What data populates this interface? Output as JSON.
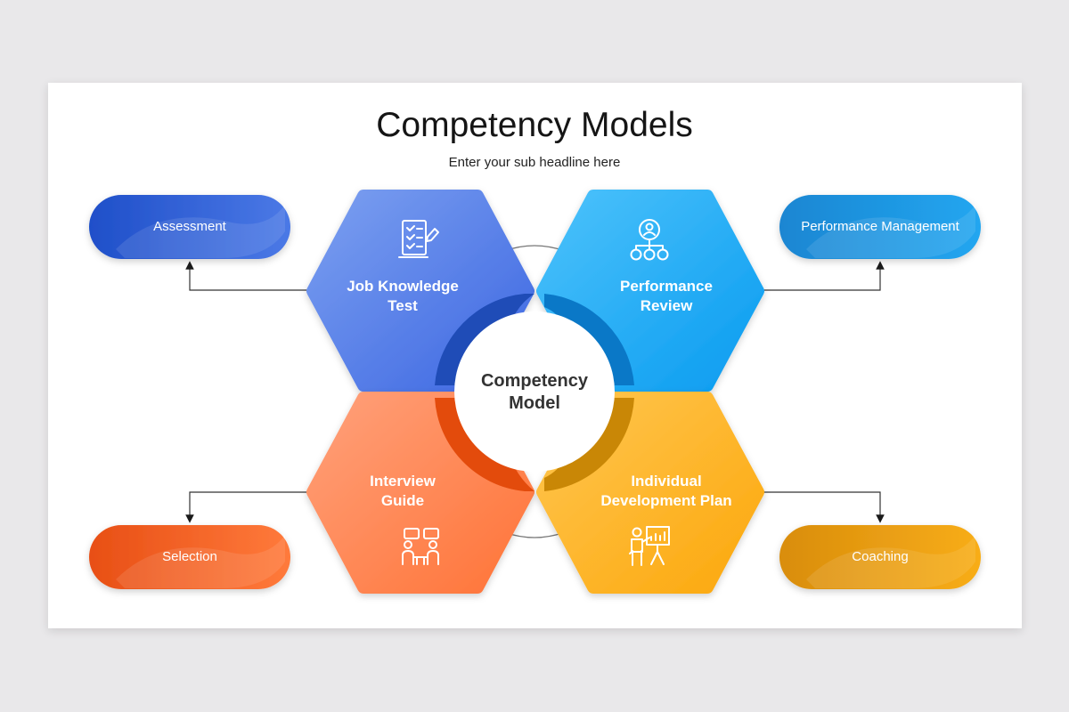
{
  "title": "Competency Models",
  "subtitle": "Enter your sub headline here",
  "center": {
    "line1": "Competency",
    "line2": "Model"
  },
  "hexagons": [
    {
      "line1": "Job Knowledge",
      "line2": "Test",
      "icon": "checklist-pen-icon",
      "color": "#4a74e0"
    },
    {
      "line1": "Performance",
      "line2": "Review",
      "icon": "org-chart-person-icon",
      "color": "#19a7f3"
    },
    {
      "line1": "Interview",
      "line2": "Guide",
      "icon": "conversation-people-icon",
      "color": "#ff7a45"
    },
    {
      "line1": "Individual",
      "line2": "Development Plan",
      "icon": "presenter-board-icon",
      "color": "#fdb02a"
    }
  ],
  "pills": [
    {
      "label": "Assessment",
      "color": "#2d58cf"
    },
    {
      "label": "Performance Management",
      "color": "#1a8ed8"
    },
    {
      "label": "Selection",
      "color": "#ee561a"
    },
    {
      "label": "Coaching",
      "color": "#ec9e12"
    }
  ]
}
